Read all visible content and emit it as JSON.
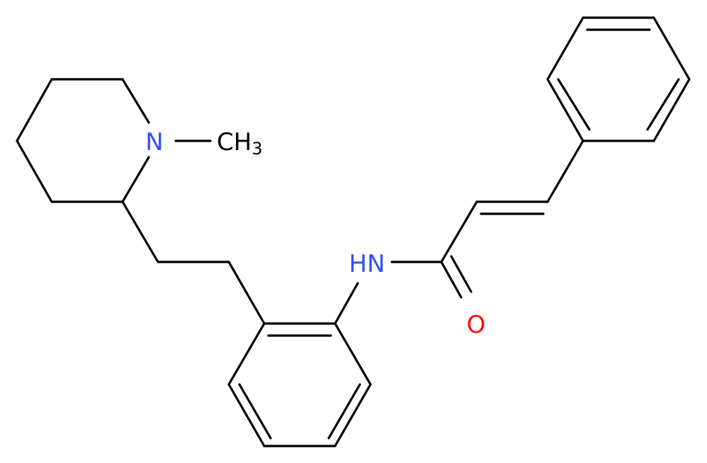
{
  "molecule": {
    "labels": {
      "amine_n": "N",
      "methyl": "CH",
      "methyl_subscript": "3",
      "amide_nh": "HN",
      "carbonyl_o": "O"
    },
    "colors": {
      "bond": "#000000",
      "carbon_label": "#000000",
      "nitrogen": "#3050F8",
      "oxygen": "#FF0D0D"
    }
  }
}
